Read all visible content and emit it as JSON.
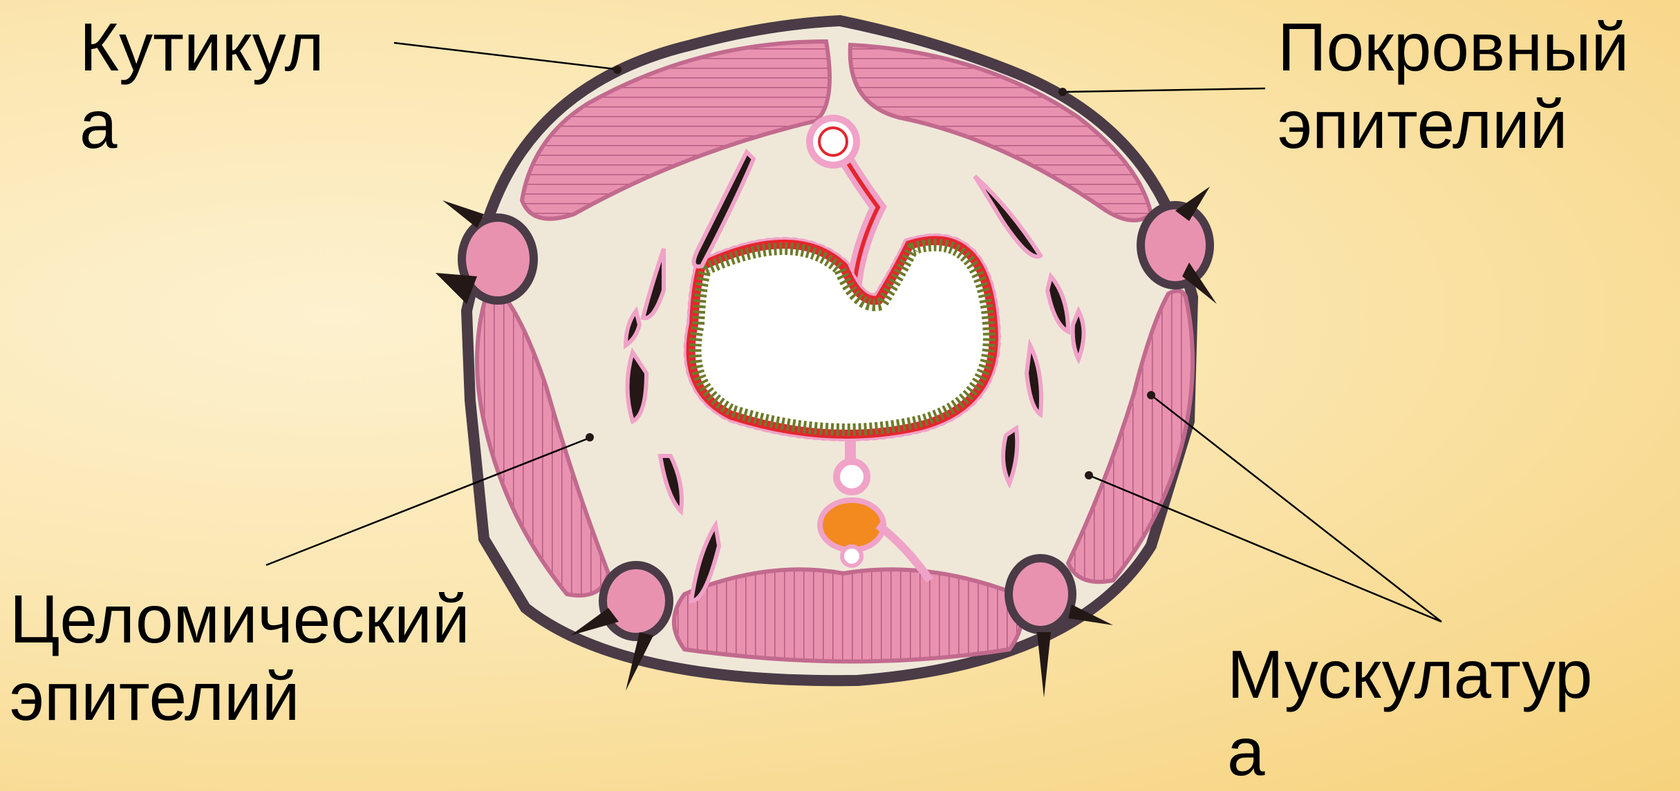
{
  "labels": {
    "cuticle": {
      "line1": "Кутикул",
      "line2": "а"
    },
    "integument": {
      "line1": "Покровный",
      "line2": "эпителий"
    },
    "coelomic": {
      "line1": "Целомический",
      "line2": "эпителий"
    },
    "muscle": {
      "line1": "Мускулатур",
      "line2": "а"
    }
  },
  "colors": {
    "background": "#f9dd95",
    "cuticle": "#4a3b47",
    "muscle": "#e08aa8",
    "muscle_stripe": "#b85a80",
    "body_cavity": "#f3ecdc",
    "gut_lumen": "#ffffff",
    "gut_epithelium": "#6e7a2a",
    "gut_outline": "#e4262e",
    "chloragogen": "#f0a2c8",
    "nerve_cord": "#f28a20",
    "excretory": "#231815",
    "leader_line": "#000000"
  }
}
